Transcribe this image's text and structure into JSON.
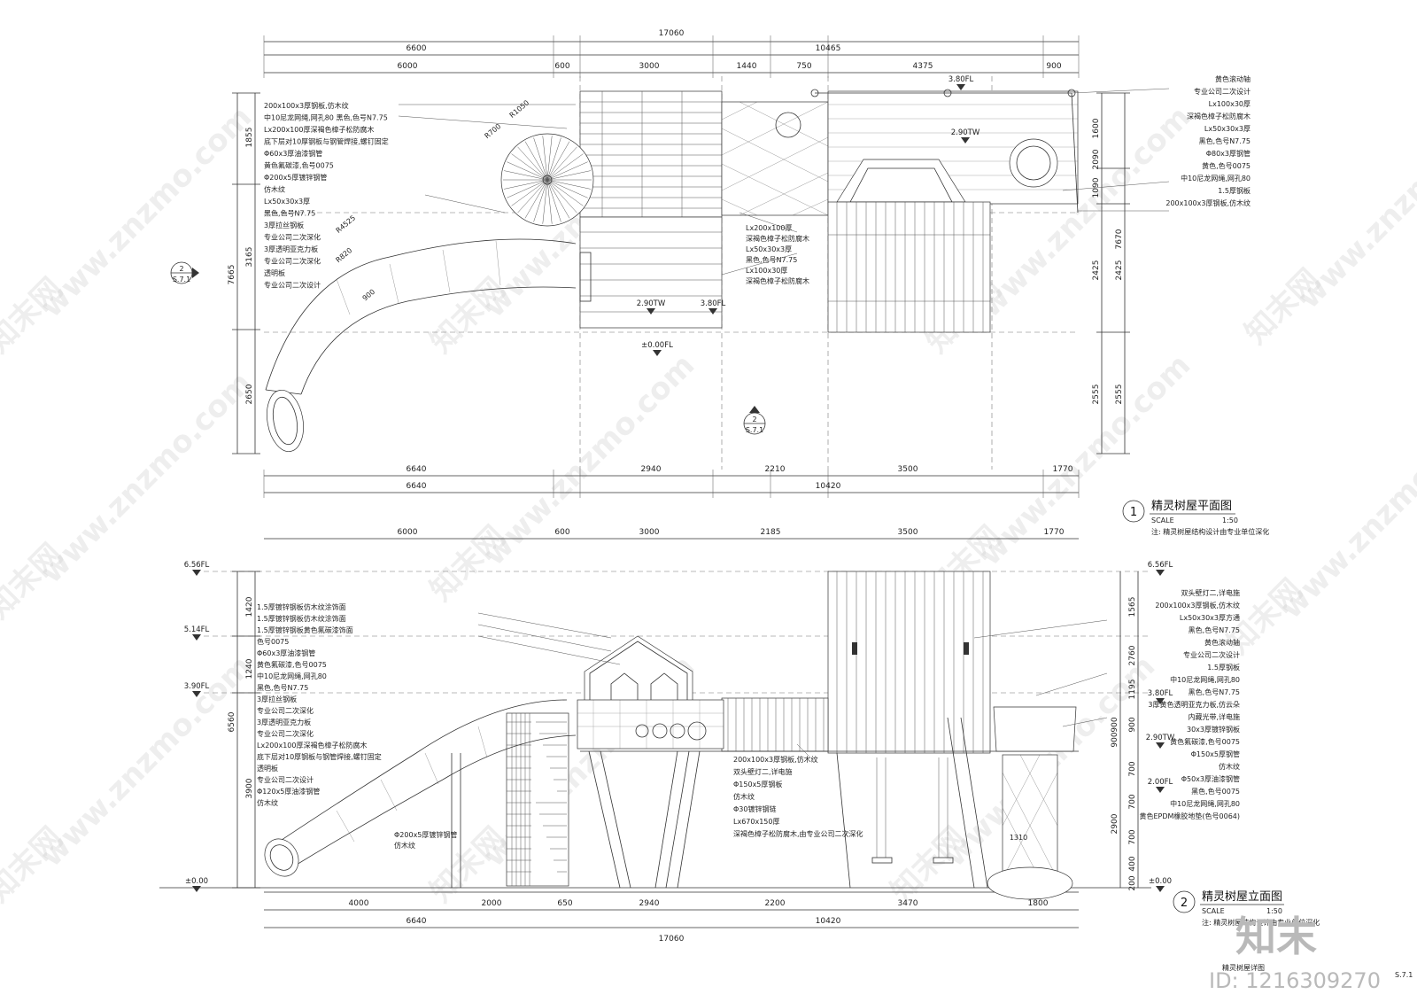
{
  "plan": {
    "dims_top_total": "17060",
    "dims_top_l2": [
      "6600",
      "10465"
    ],
    "dims_top_l3": [
      "6000",
      "600",
      "3000",
      "1440",
      "750",
      "4375",
      "900"
    ],
    "dims_bottom_l1": [
      "6640",
      "2940",
      "2210",
      "3500",
      "1770"
    ],
    "dims_bottom_l2": [
      "6640",
      "10420"
    ],
    "dims_left": [
      "1855",
      "3165",
      "2650"
    ],
    "dims_left_total": "7665",
    "dims_right_inner": [
      "1600",
      "2090",
      "1090",
      "2425",
      "2555"
    ],
    "dims_right_outer": [
      "2425",
      "7670",
      "2555"
    ],
    "levels": [
      "3.80FL",
      "2.90TW",
      "2.90TW",
      "3.80FL",
      "±0.00FL"
    ],
    "radii": [
      "R1050",
      "R700",
      "R4525",
      "R820",
      "900"
    ],
    "notes_left": [
      "200x100x3厚钢板,仿木纹",
      "中10尼龙网绳,网孔80  黑色,色号N7.75",
      "Lx200x100厚深褐色樟子松防腐木",
      "底下层对10厚钢板与钢管焊接,螺钉固定",
      "Φ60x3厚油漆钢管",
      "黄色氟碳漆,色号0075",
      "Φ200x5厚镀锌钢管",
      "仿木纹",
      "Lx50x30x3厚",
      "黑色,色号N7.75",
      "3厚拉丝钢板",
      "专业公司二次深化",
      "3厚透明亚克力板",
      "专业公司二次深化",
      "透明板",
      "专业公司二次设计"
    ],
    "notes_mid": [
      "Lx200x100厚",
      "深褐色樟子松防腐木",
      "Lx50x30x3厚",
      "黑色,色号N7.75",
      "Lx100x30厚",
      "深褐色樟子松防腐木"
    ],
    "notes_right": [
      "黄色滚动轴",
      "专业公司二次设计",
      "Lx100x30厚",
      "深褐色樟子松防腐木",
      "Lx50x30x3厚",
      "黑色,色号N7.75",
      "Φ80x3厚钢管",
      "黄色,色号0075",
      "中10尼龙网绳,网孔80",
      "1.5厚钢板",
      "200x100x3厚钢板,仿木纹"
    ],
    "marker_number": "2",
    "marker_sheet": "S.7.1",
    "title": "精灵树屋平面图",
    "title_num": "1",
    "scale_label": "SCALE",
    "scale_value": "1:50",
    "title_note": "注: 精灵树屋结构设计由专业单位深化"
  },
  "elev": {
    "dims_top": [
      "6000",
      "600",
      "3000",
      "2185",
      "3500",
      "1770"
    ],
    "dims_bottom_l1": [
      "4000",
      "2000",
      "650",
      "2940",
      "2200",
      "3470",
      "1800"
    ],
    "dims_bottom_l2": [
      "6640",
      "10420"
    ],
    "dims_bottom_total": "17060",
    "levels_left": [
      "6.56FL",
      "5.14FL",
      "3.90FL",
      "±0.00"
    ],
    "levels_right": [
      "6.56FL",
      "3.80FL",
      "2.90TW",
      "2.00FL",
      "±0.00"
    ],
    "dims_left": [
      "1420",
      "1240",
      "3900"
    ],
    "dims_left_total": "6560",
    "dims_right": [
      "1565",
      "2760",
      "1195",
      "900",
      "700",
      "700",
      "700",
      "400",
      "200"
    ],
    "dims_right_b": [
      "900",
      "900",
      "2900"
    ],
    "notes_left": [
      "1.5厚镀锌钢板仿木纹涂饰面",
      "1.5厚镀锌钢板仿木纹涂饰面",
      "1.5厚镀锌钢板黄色氟碳漆饰面",
      "色号0075",
      "Φ60x3厚油漆钢管",
      "黄色氟碳漆,色号0075",
      "中10尼龙网绳,网孔80",
      "黑色,色号N7.75",
      "3厚拉丝钢板",
      "专业公司二次深化",
      "3厚透明亚克力板",
      "专业公司二次深化",
      "Lx200x100厚深褐色樟子松防腐木",
      "底下层对10厚钢板与钢管焊接,螺钉固定",
      "透明板",
      "专业公司二次设计",
      "Φ120x5厚油漆钢管",
      "仿木纹"
    ],
    "notes_mid": [
      "200x100x3厚钢板,仿木纹",
      "双头壁灯二,详电施",
      "Φ150x5厚钢板",
      "仿木纹",
      "Φ30镀锌钢链",
      "Lx670x150厚",
      "深褐色樟子松防腐木,由专业公司二次深化"
    ],
    "notes_mid2": [
      "Φ200x5厚镀锌钢管",
      "仿木纹"
    ],
    "notes_right": [
      "双头壁灯二,详电施",
      "200x100x3厚钢板,仿木纹",
      "Lx50x30x3厚方通",
      "黑色,色号N7.75",
      "黄色滚动轴",
      "专业公司二次设计",
      "1.5厚钢板",
      "中10尼龙网绳,网孔80",
      "黑色,色号N7.75",
      "3厚黄色透明亚克力板,仿云朵",
      "内藏光带,详电施",
      "30x3厚镀锌钢板",
      "黄色氟碳漆,色号0075",
      "Φ150x5厚钢管",
      "仿木纹",
      "Φ50x3厚油漆钢管",
      "黑色,色号0075",
      "中10尼龙网绳,网孔80",
      "黄色EPDM橡胶地垫(色号0064)"
    ],
    "r_label": "1310",
    "title": "精灵树屋立面图",
    "title_num": "2",
    "scale_label": "SCALE",
    "scale_value": "1:50",
    "title_note": "注: 精灵树屋结构设计由专业单位深化",
    "sheet_no": "S.7.1",
    "sheet_caption": "精灵树屋详图"
  },
  "watermark": {
    "site": "www.znzmo.com",
    "brand": "知末网",
    "logo": "知末",
    "id": "ID: 1216309270"
  }
}
